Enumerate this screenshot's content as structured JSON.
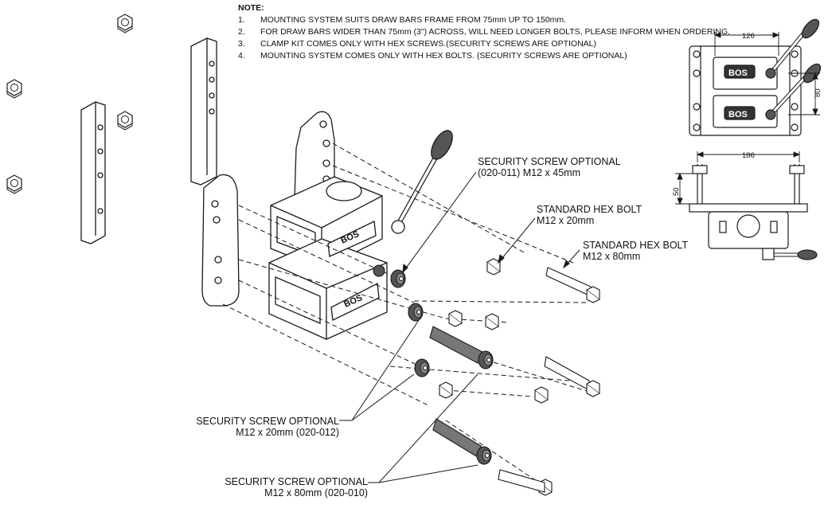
{
  "note": {
    "heading": "NOTE:",
    "items": [
      {
        "num": "1.",
        "text": "MOUNTING SYSTEM  SUITS DRAW BARS FRAME FROM 75mm UP TO 150mm."
      },
      {
        "num": "2.",
        "text": "FOR DRAW BARS WIDER THAN 75mm (3\")  ACROSS, WILL NEED LONGER BOLTS, PLEASE INFORM WHEN ORDERING."
      },
      {
        "num": "3.",
        "text": "CLAMP KIT COMES ONLY WITH HEX SCREWS.(SECURITY SCREWS ARE OPTIONAL)"
      },
      {
        "num": "4.",
        "text": "MOUNTING SYSTEM COMES ONLY WITH HEX BOLTS. (SECURITY SCREWS ARE OPTIONAL)"
      }
    ]
  },
  "callouts": {
    "sec45": {
      "line1": "SECURITY SCREW OPTIONAL",
      "line2": "(020-011) M12 x 45mm"
    },
    "hex20": {
      "line1": "STANDARD HEX BOLT",
      "line2": "M12 x 20mm"
    },
    "hex80": {
      "line1": "STANDARD HEX BOLT",
      "line2": "M12 x 80mm"
    },
    "sec20": {
      "line1": "SECURITY SCREW OPTIONAL",
      "line2": "M12 x 20mm (020-012)"
    },
    "sec80": {
      "line1": "SECURITY SCREW OPTIONAL",
      "line2": "M12 x 80mm (020-010)"
    }
  },
  "dimensions": {
    "top_width": "126",
    "side_height": "80",
    "bottom_width": "186",
    "bottom_height": "50"
  },
  "brand": "BOS",
  "colors": {
    "line": "#1a1a1a",
    "dark_part": "#4a4a4a"
  }
}
